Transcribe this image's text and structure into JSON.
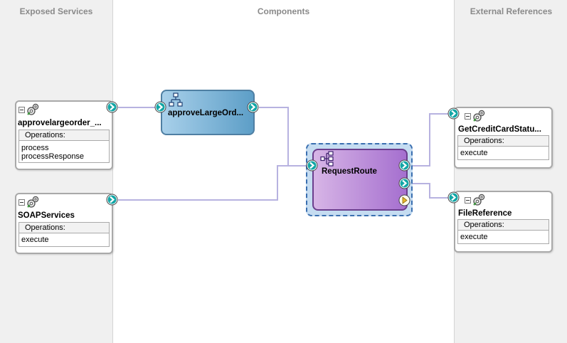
{
  "lanes": {
    "exposed_services": "Exposed Services",
    "components": "Components",
    "external_references": "External References"
  },
  "exposed_services": [
    {
      "name": "approvelargeorder_...",
      "operations_label": "Operations:",
      "operations": [
        "process",
        "processResponse"
      ]
    },
    {
      "name": "SOAPServices",
      "operations_label": "Operations:",
      "operations": [
        "execute"
      ]
    }
  ],
  "components": [
    {
      "name": "approveLargeOrd...",
      "kind": "bpel-process",
      "color": "#6aa6cf"
    },
    {
      "name": "RequestRoute",
      "kind": "mediator",
      "color": "#b784d8",
      "selected": true
    }
  ],
  "external_references": [
    {
      "name": "GetCreditCardStatu...",
      "operations_label": "Operations:",
      "operations": [
        "execute"
      ]
    },
    {
      "name": "FileReference",
      "operations_label": "Operations:",
      "operations": [
        "execute"
      ]
    }
  ],
  "colors": {
    "port": "#13a6a6",
    "wire": "#b7b2e0",
    "event_port": "#e8b62c"
  },
  "icons": [
    "gear-icon",
    "bpel-icon",
    "mediator-icon",
    "collapse-icon"
  ]
}
